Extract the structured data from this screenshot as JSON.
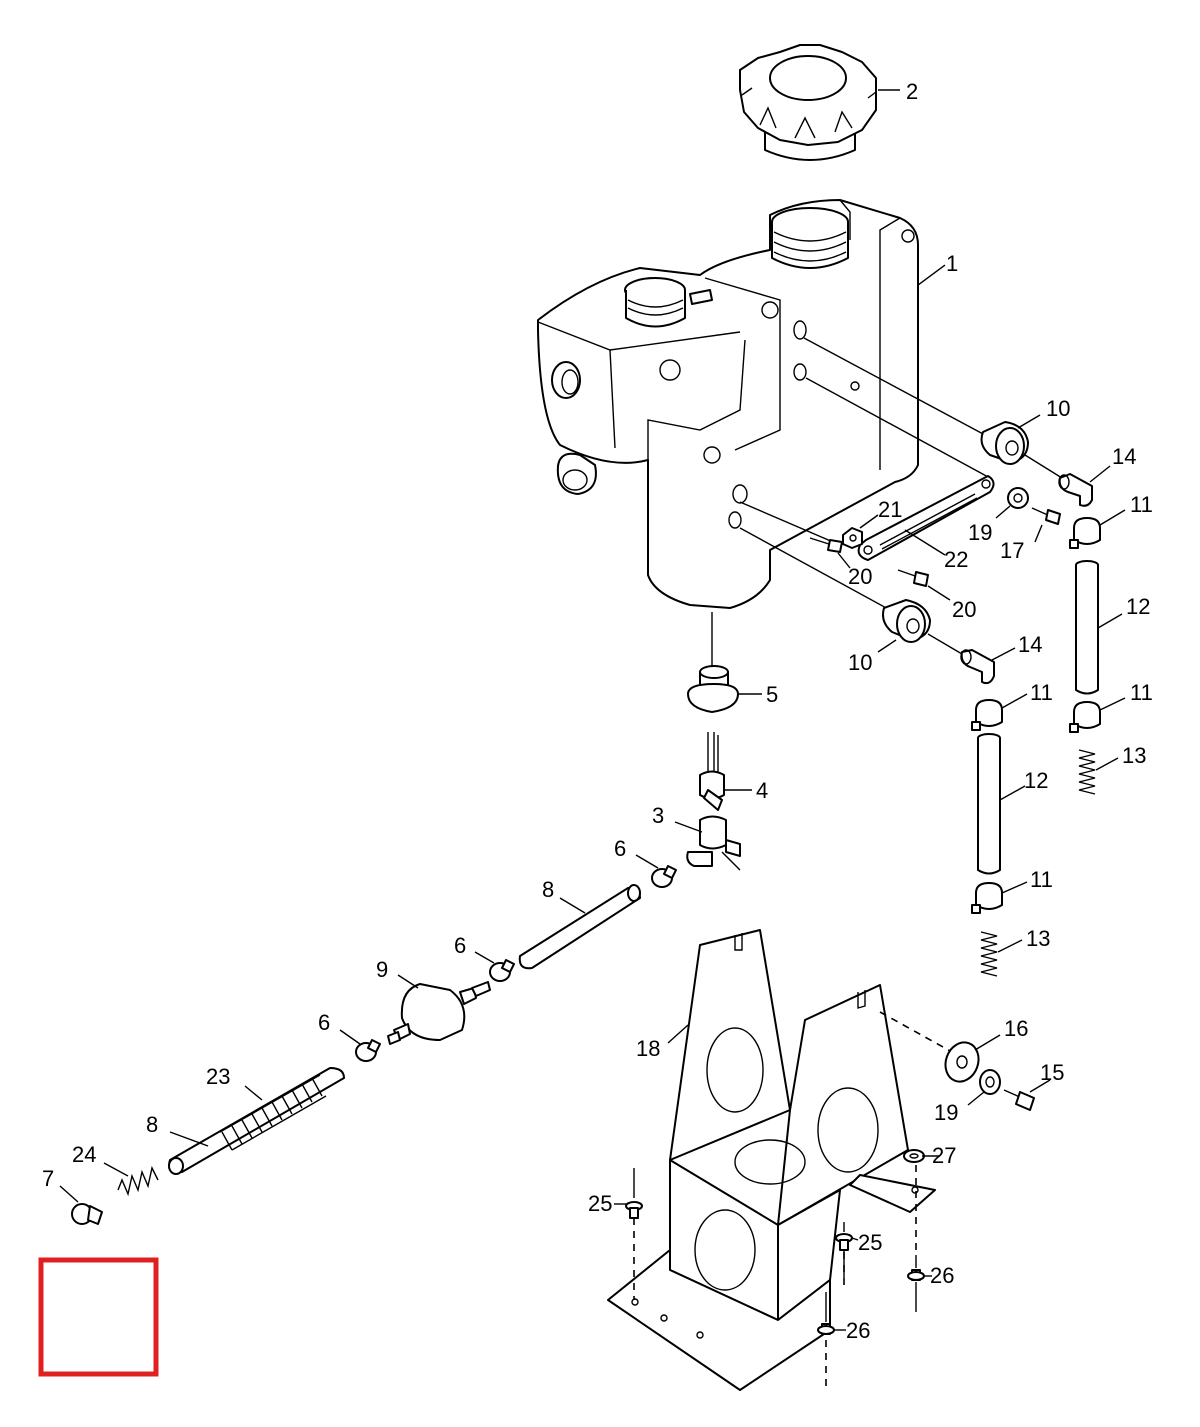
{
  "callouts": [
    {
      "id": "c2",
      "text": "2"
    },
    {
      "id": "c1",
      "text": "1"
    },
    {
      "id": "c10a",
      "text": "10"
    },
    {
      "id": "c14a",
      "text": "14"
    },
    {
      "id": "c11a",
      "text": "11"
    },
    {
      "id": "c21",
      "text": "21"
    },
    {
      "id": "c19a",
      "text": "19"
    },
    {
      "id": "c17",
      "text": "17"
    },
    {
      "id": "c22",
      "text": "22"
    },
    {
      "id": "c20a",
      "text": "20"
    },
    {
      "id": "c20b",
      "text": "20"
    },
    {
      "id": "c12a",
      "text": "12"
    },
    {
      "id": "c14b",
      "text": "14"
    },
    {
      "id": "c10b",
      "text": "10"
    },
    {
      "id": "c5",
      "text": "5"
    },
    {
      "id": "c11b",
      "text": "11"
    },
    {
      "id": "c11c",
      "text": "11"
    },
    {
      "id": "c13a",
      "text": "13"
    },
    {
      "id": "c4",
      "text": "4"
    },
    {
      "id": "c12b",
      "text": "12"
    },
    {
      "id": "c3",
      "text": "3"
    },
    {
      "id": "c6a",
      "text": "6"
    },
    {
      "id": "c11d",
      "text": "11"
    },
    {
      "id": "c8a",
      "text": "8"
    },
    {
      "id": "c13b",
      "text": "13"
    },
    {
      "id": "c6b",
      "text": "6"
    },
    {
      "id": "c9",
      "text": "9"
    },
    {
      "id": "c16",
      "text": "16"
    },
    {
      "id": "c6c",
      "text": "6"
    },
    {
      "id": "c18",
      "text": "18"
    },
    {
      "id": "c15",
      "text": "15"
    },
    {
      "id": "c23",
      "text": "23"
    },
    {
      "id": "c19b",
      "text": "19"
    },
    {
      "id": "c8b",
      "text": "8"
    },
    {
      "id": "c27",
      "text": "27"
    },
    {
      "id": "c24",
      "text": "24"
    },
    {
      "id": "c7",
      "text": "7"
    },
    {
      "id": "c25a",
      "text": "25"
    },
    {
      "id": "c25b",
      "text": "25"
    },
    {
      "id": "c26a",
      "text": "26"
    },
    {
      "id": "c26b",
      "text": "26"
    }
  ],
  "colors": {
    "line": "#000000",
    "background": "#ffffff",
    "highlight_box": "#e02020"
  }
}
